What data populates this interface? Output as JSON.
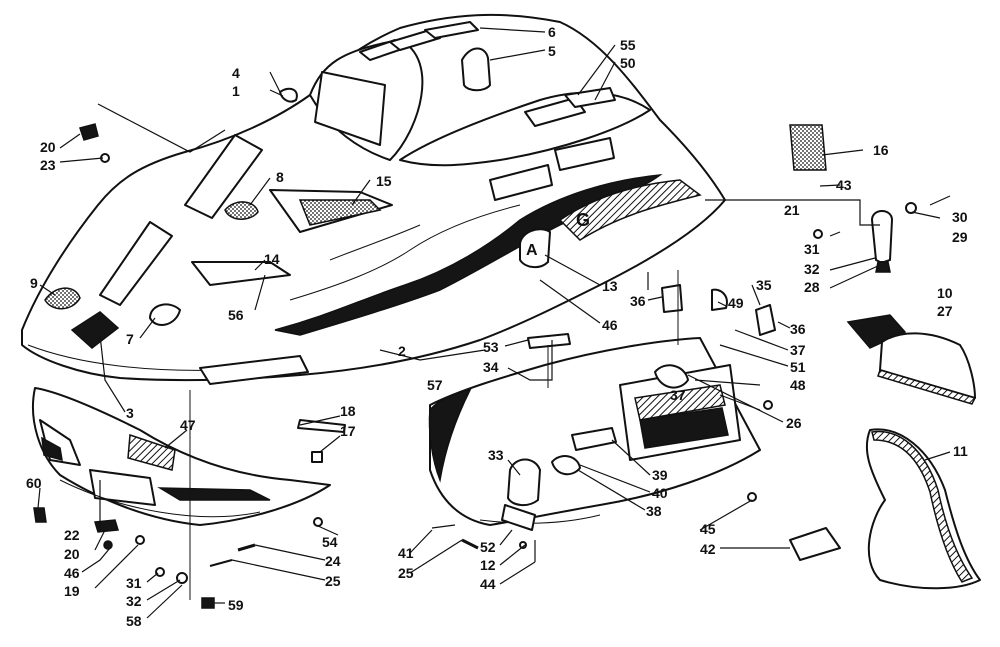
{
  "labels": [
    {
      "id": "l-6",
      "text": "6"
    },
    {
      "id": "l-5",
      "text": "5"
    },
    {
      "id": "l-55",
      "text": "55"
    },
    {
      "id": "l-50",
      "text": "50"
    },
    {
      "id": "l-4",
      "text": "4"
    },
    {
      "id": "l-1",
      "text": "1"
    },
    {
      "id": "l-20a",
      "text": "20"
    },
    {
      "id": "l-23",
      "text": "23"
    },
    {
      "id": "l-8",
      "text": "8"
    },
    {
      "id": "l-15",
      "text": "15"
    },
    {
      "id": "l-16",
      "text": "16"
    },
    {
      "id": "l-43",
      "text": "43"
    },
    {
      "id": "l-21",
      "text": "21"
    },
    {
      "id": "l-30",
      "text": "30"
    },
    {
      "id": "l-29",
      "text": "29"
    },
    {
      "id": "l-31a",
      "text": "31"
    },
    {
      "id": "l-32a",
      "text": "32"
    },
    {
      "id": "l-28",
      "text": "28"
    },
    {
      "id": "l-9",
      "text": "9"
    },
    {
      "id": "l-14",
      "text": "14"
    },
    {
      "id": "l-13",
      "text": "13"
    },
    {
      "id": "l-46a",
      "text": "46"
    },
    {
      "id": "l-36a",
      "text": "36"
    },
    {
      "id": "l-35",
      "text": "35"
    },
    {
      "id": "l-49",
      "text": "49"
    },
    {
      "id": "l-10",
      "text": "10"
    },
    {
      "id": "l-27",
      "text": "27"
    },
    {
      "id": "l-56",
      "text": "56"
    },
    {
      "id": "l-7",
      "text": "7"
    },
    {
      "id": "l-36b",
      "text": "36"
    },
    {
      "id": "l-37a",
      "text": "37"
    },
    {
      "id": "l-51",
      "text": "51"
    },
    {
      "id": "l-2",
      "text": "2"
    },
    {
      "id": "l-53",
      "text": "53"
    },
    {
      "id": "l-34",
      "text": "34"
    },
    {
      "id": "l-48",
      "text": "48"
    },
    {
      "id": "l-57",
      "text": "57"
    },
    {
      "id": "l-37b",
      "text": "37"
    },
    {
      "id": "l-26",
      "text": "26"
    },
    {
      "id": "l-3",
      "text": "3"
    },
    {
      "id": "l-18",
      "text": "18"
    },
    {
      "id": "l-47",
      "text": "47"
    },
    {
      "id": "l-17",
      "text": "17"
    },
    {
      "id": "l-11",
      "text": "11"
    },
    {
      "id": "l-33",
      "text": "33"
    },
    {
      "id": "l-39",
      "text": "39"
    },
    {
      "id": "l-40",
      "text": "40"
    },
    {
      "id": "l-60",
      "text": "60"
    },
    {
      "id": "l-38",
      "text": "38"
    },
    {
      "id": "l-45",
      "text": "45"
    },
    {
      "id": "l-22",
      "text": "22"
    },
    {
      "id": "l-54",
      "text": "54"
    },
    {
      "id": "l-42",
      "text": "42"
    },
    {
      "id": "l-20b",
      "text": "20"
    },
    {
      "id": "l-41",
      "text": "41"
    },
    {
      "id": "l-52",
      "text": "52"
    },
    {
      "id": "l-46b",
      "text": "46"
    },
    {
      "id": "l-24",
      "text": "24"
    },
    {
      "id": "l-25a",
      "text": "25"
    },
    {
      "id": "l-12",
      "text": "12"
    },
    {
      "id": "l-19",
      "text": "19"
    },
    {
      "id": "l-31b",
      "text": "31"
    },
    {
      "id": "l-25b",
      "text": "25"
    },
    {
      "id": "l-44",
      "text": "44"
    },
    {
      "id": "l-32b",
      "text": "32"
    },
    {
      "id": "l-59",
      "text": "59"
    },
    {
      "id": "l-58",
      "text": "58"
    }
  ],
  "colors": {
    "ink": "#111111",
    "paper": "#ffffff"
  }
}
